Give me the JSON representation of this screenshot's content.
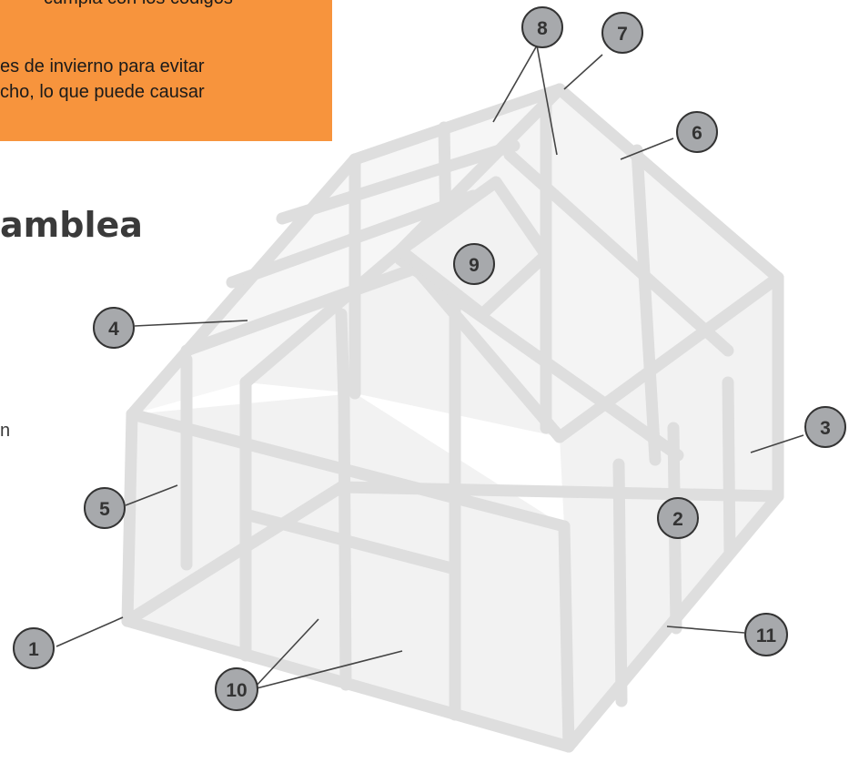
{
  "note": {
    "line1": "cumpla con los códigos",
    "line2": "es de invierno para evitar",
    "line3": "cho, lo que puede causar",
    "background_color": "#f7943d"
  },
  "heading": "amblea",
  "stray_text": "n",
  "diagram": {
    "subject": "greenhouse",
    "callouts": [
      {
        "label": "1"
      },
      {
        "label": "2"
      },
      {
        "label": "3"
      },
      {
        "label": "4"
      },
      {
        "label": "5"
      },
      {
        "label": "6"
      },
      {
        "label": "7"
      },
      {
        "label": "8"
      },
      {
        "label": "9"
      },
      {
        "label": "10"
      },
      {
        "label": "11"
      }
    ],
    "callout_fill": "#a7a9ac",
    "frame_color": "#dedede",
    "panel_color": "#f2f2f2"
  }
}
